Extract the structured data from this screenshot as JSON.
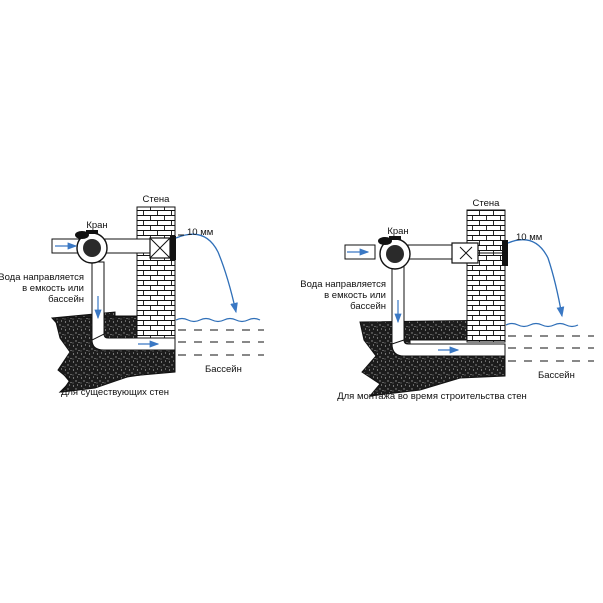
{
  "colors": {
    "water_line": "#2f6fb8",
    "flow_arrow": "#3a78c4",
    "ground": "#1a1a1a",
    "pipe_fill": "#ffffff",
    "stroke": "#111111"
  },
  "left_diagram": {
    "wall_label": "Стена",
    "valve_label": "Кран",
    "gap_label": "10 мм",
    "note_line1": "Вода направляется",
    "note_line2": "в емкость или",
    "note_line3": "бассейн",
    "pool_label": "Бассейн",
    "caption": "Для существующих стен"
  },
  "right_diagram": {
    "wall_label": "Стена",
    "valve_label": "Кран",
    "gap_label": "10 мм",
    "note_line1": "Вода направляется",
    "note_line2": "в емкость или",
    "note_line3": "бассейн",
    "pool_label": "Бассейн",
    "caption": "Для монтажа во время строительства стен"
  }
}
